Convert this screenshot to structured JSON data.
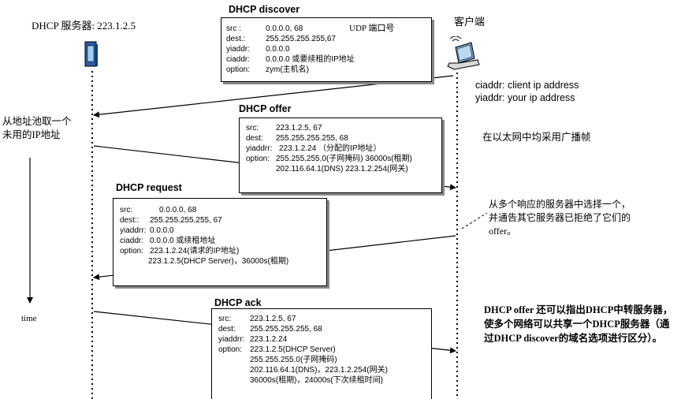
{
  "server": {
    "label": "DHCP 服务器: 223.1.2.5"
  },
  "client": {
    "label": "客户端"
  },
  "left_note": {
    "line1": "从地址池取一个",
    "line2": "未用的IP地址"
  },
  "time_label": "time",
  "right_notes": {
    "addr_def1": "ciaddr:  client ip address",
    "addr_def2": "yiaddr:  your ip address",
    "broadcast": "在以太网中均采用广播帧",
    "choose1": "从多个响应的服务器中选择一个，",
    "choose2": "并通告其它服务器已拒绝了它们的",
    "choose3": "offer。",
    "relay1": "DHCP offer 还可以指出DHCP中转服务器，",
    "relay2": "使多个网络可以共享一个DHCP服务器（通",
    "relay3": "过DHCP discover的域名选项进行区分）。"
  },
  "discover": {
    "title": "DHCP discover",
    "udp_note": "UDP 端口号",
    "rows": [
      {
        "k": "src :",
        "v": "0.0.0.0, 68"
      },
      {
        "k": "dest.:",
        "v": "255.255.255.255,67"
      },
      {
        "k": "yiaddr:",
        "v": "0.0.0.0"
      },
      {
        "k": "ciaddr:",
        "v": "0.0.0.0  或要续租的IP地址"
      },
      {
        "k": "option:",
        "v": "zym(主机名)"
      }
    ]
  },
  "offer": {
    "title": "DHCP offer",
    "rows": [
      {
        "k": "src:",
        "v": "223.1.2.5, 67"
      },
      {
        "k": "dest:",
        "v": "255.255.255.255, 68"
      },
      {
        "k": "yiaddrr:",
        "v": "223.1.2.24  （分配的IP地址）"
      },
      {
        "k": "option:",
        "v": "255.255.255.0(子网掩码) 36000s(租期)"
      },
      {
        "k": "",
        "v": "202.116.64.1(DNS) 223.1.2.254(网关)"
      }
    ]
  },
  "request": {
    "title": "DHCP request",
    "rows": [
      {
        "k": "src:",
        "v": "0.0.0.0, 68"
      },
      {
        "k": "dest::",
        "v": "255.255.255.255, 67"
      },
      {
        "k": "yiaddrr:",
        "v": "0.0.0.0"
      },
      {
        "k": "ciaddr:",
        "v": "0.0.0.0  或续租地址"
      },
      {
        "k": "option:",
        "v": "223.1.2.24(请求的IP地址)"
      },
      {
        "k": "",
        "v": "223.1.2.5(DHCP Server)，36000s(租期)"
      }
    ]
  },
  "ack": {
    "title": "DHCP ack",
    "rows": [
      {
        "k": "src:",
        "v": "223.1.2.5, 67"
      },
      {
        "k": "dest:",
        "v": "255.255.255.255, 68"
      },
      {
        "k": "yiaddrr:",
        "v": "223.1.2.24"
      },
      {
        "k": "option:",
        "v": "223.1.2.5(DHCP Server)"
      },
      {
        "k": "",
        "v": "255.255.255.0(子网掩码)"
      },
      {
        "k": "",
        "v": "202.116.64.1(DNS)，223.1.2.254(网关)"
      },
      {
        "k": "",
        "v": "36000s(租期)，24000s(下次续租时间)"
      }
    ]
  }
}
